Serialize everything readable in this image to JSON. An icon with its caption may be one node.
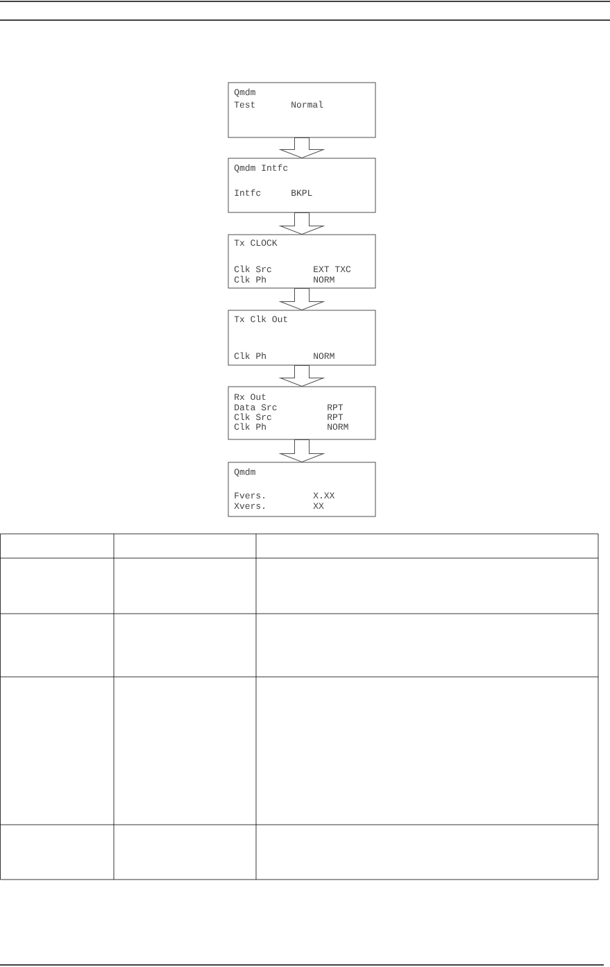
{
  "diagram": {
    "nodes": [
      {
        "text": [
          "Qmdm",
          "Test",
          "Normal"
        ]
      },
      {
        "text": [
          "Qmdm Intfc",
          "Intfc",
          "BKPL"
        ]
      },
      {
        "text": [
          "Tx CLOCK",
          "Clk Src",
          "EXT TXC",
          "Clk Ph",
          "NORM"
        ]
      },
      {
        "text": [
          "Tx Clk Out",
          "Clk Ph",
          "NORM"
        ]
      },
      {
        "text": [
          "Rx Out",
          "Data Src",
          "RPT",
          "Clk Src",
          "RPT",
          "Clk Ph",
          "NORM"
        ]
      },
      {
        "text": [
          "Qmdm",
          "Fvers.",
          "X.XX",
          "Xvers.",
          "XX"
        ]
      }
    ],
    "edges": [
      {
        "from": 0,
        "to": 1,
        "arrow": "to"
      },
      {
        "from": 1,
        "to": 2,
        "arrow": "to"
      },
      {
        "from": 2,
        "to": 3,
        "arrow": "to"
      },
      {
        "from": 3,
        "to": 4,
        "arrow": "to"
      },
      {
        "from": 4,
        "to": 5,
        "arrow": "to"
      }
    ]
  }
}
